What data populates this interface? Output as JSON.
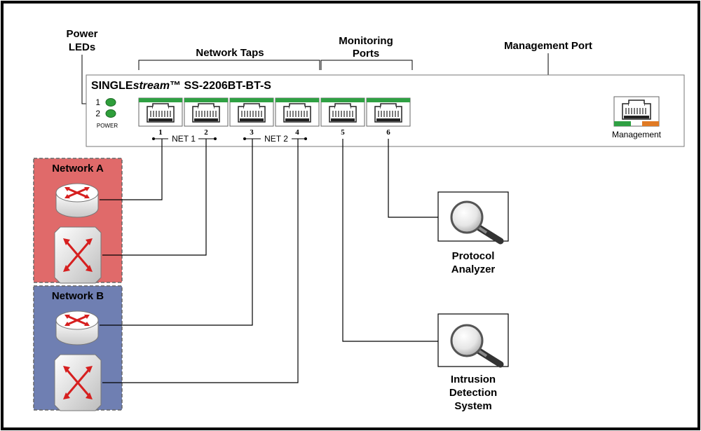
{
  "callouts": {
    "power_leds": [
      "Power",
      "LEDs"
    ],
    "network_taps": "Network Taps",
    "monitoring_ports": [
      "Monitoring",
      "Ports"
    ],
    "management_port": "Management Port"
  },
  "device": {
    "title_prefix": "SINGLE",
    "title_italic": "stream",
    "title_suffix": "™ SS-2206BT-BT-S",
    "led_labels": [
      "1",
      "2"
    ],
    "power_label": "POWER",
    "port_numbers": [
      "1",
      "2",
      "3",
      "4",
      "5",
      "6"
    ],
    "net_labels": [
      "NET 1",
      "NET 2"
    ],
    "management_label": "Management"
  },
  "networks": [
    {
      "name": "Network A",
      "color": "#e06a6a"
    },
    {
      "name": "Network B",
      "color": "#6f7fb2"
    }
  ],
  "tools": [
    {
      "lines": [
        "Protocol",
        "Analyzer"
      ]
    },
    {
      "lines": [
        "Intrusion",
        "Detection",
        "System"
      ]
    }
  ],
  "colors": {
    "port_green": "#2fa043",
    "mgmt_orange": "#e07a24",
    "led_green": "#2e9e3a"
  }
}
